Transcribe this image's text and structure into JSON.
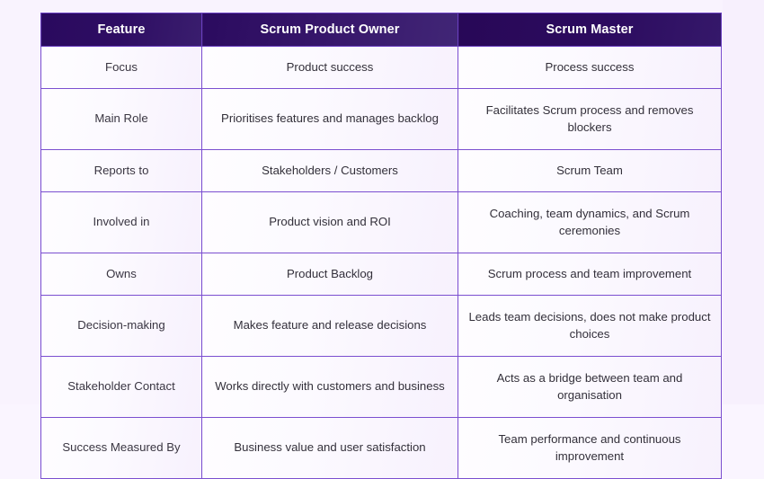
{
  "table": {
    "columns": [
      "Feature",
      "Scrum Product Owner",
      "Scrum Master"
    ],
    "rows": [
      {
        "feature": "Focus",
        "product_owner": "Product success",
        "scrum_master": "Process success",
        "size": "short"
      },
      {
        "feature": "Main Role",
        "product_owner": "Prioritises features and manages backlog",
        "scrum_master": "Facilitates Scrum process and removes blockers",
        "size": "tall"
      },
      {
        "feature": "Reports to",
        "product_owner": "Stakeholders / Customers",
        "scrum_master": "Scrum Team",
        "size": "short"
      },
      {
        "feature": "Involved in",
        "product_owner": "Product vision and ROI",
        "scrum_master": "Coaching, team dynamics, and Scrum ceremonies",
        "size": "tall"
      },
      {
        "feature": "Owns",
        "product_owner": "Product Backlog",
        "scrum_master": "Scrum process and team improvement",
        "size": "short"
      },
      {
        "feature": "Decision-making",
        "product_owner": "Makes feature and release decisions",
        "scrum_master": "Leads team decisions, does not make product choices",
        "size": "tall"
      },
      {
        "feature": "Stakeholder Contact",
        "product_owner": "Works directly with customers and business",
        "scrum_master": "Acts as a bridge between team and organisation",
        "size": "tall"
      },
      {
        "feature": "Success Measured By",
        "product_owner": "Business value and user satisfaction",
        "scrum_master": "Team performance and continuous improvement",
        "size": "tall"
      }
    ]
  },
  "colors": {
    "page_background": "#f9f3fe",
    "header_gradient_start": "#2a0a5e",
    "header_gradient_end": "#42267a",
    "header_text": "#ffffff",
    "cell_border": "#7b4fd0",
    "cell_background_start": "#fefdff",
    "cell_background_end": "#f7f1fd",
    "cell_text": "#33303a"
  }
}
